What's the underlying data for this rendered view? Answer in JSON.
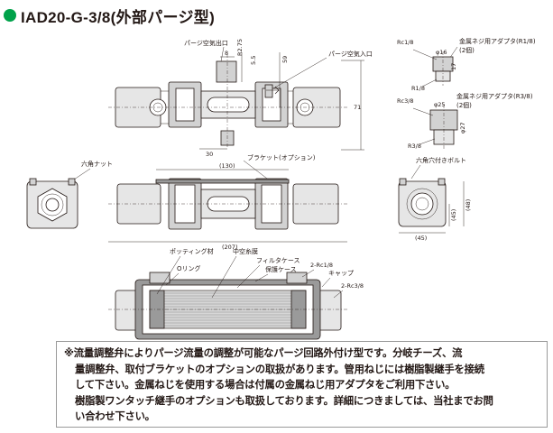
{
  "title": "IAD20-G-3/8(外部パージ型)",
  "accent_color": "#00a24a",
  "labels": {
    "purge_outlet": "パージ空気出口",
    "purge_inlet": "パージ空気入口",
    "bracket": "ブラケット(オプション)",
    "hex_nut": "六角ナット",
    "hex_bolt": "六角穴付きボルト",
    "potting": "ポッティング材",
    "hollow_fiber": "中空糸膜",
    "filter_case": "フィルタケース",
    "protect_case": "保護ケース",
    "oring": "Oリング",
    "cap": "キャップ",
    "adapter_r18": "金属ネジ用アダプタ(R1/8)",
    "adapter_r38": "金属ネジ用アダプタ(R3/8)",
    "qty2": "(2個)"
  },
  "dims": {
    "d_8": "8",
    "d_r275": "R2.75",
    "d_55": "5.5",
    "d_59": "59",
    "d_71": "71",
    "d_30": "30",
    "d_130": "(130)",
    "d_207": "(207)",
    "d_45a": "(45)",
    "d_48": "(48)",
    "d_45b": "(45)",
    "rc18": "Rc1/8",
    "phi16": "φ16",
    "d_17": "17",
    "r18": "R1/8",
    "rc38": "Rc3/8",
    "phi25": "φ25",
    "phi27": "φ27",
    "r38": "R3/8",
    "rc18b": "2-Rc1/8",
    "rc38b": "2-Rc3/8"
  },
  "notes": [
    "※流量調整弁によりパージ流量の調整が可能なパージ回路外付け型です。分岐チーズ、流",
    "量調整弁、取付ブラケットのオプションの取扱があります。管用ねじには樹脂製継手を接続",
    "して下さい。金属ねじを使用する場合は付属の金属ねじ用アダプタをご利用下さい。",
    "樹脂製ワンタッチ継手のオプションも取扱しております。詳細につきましては、当社までお問",
    "い合わせ下さい。"
  ]
}
